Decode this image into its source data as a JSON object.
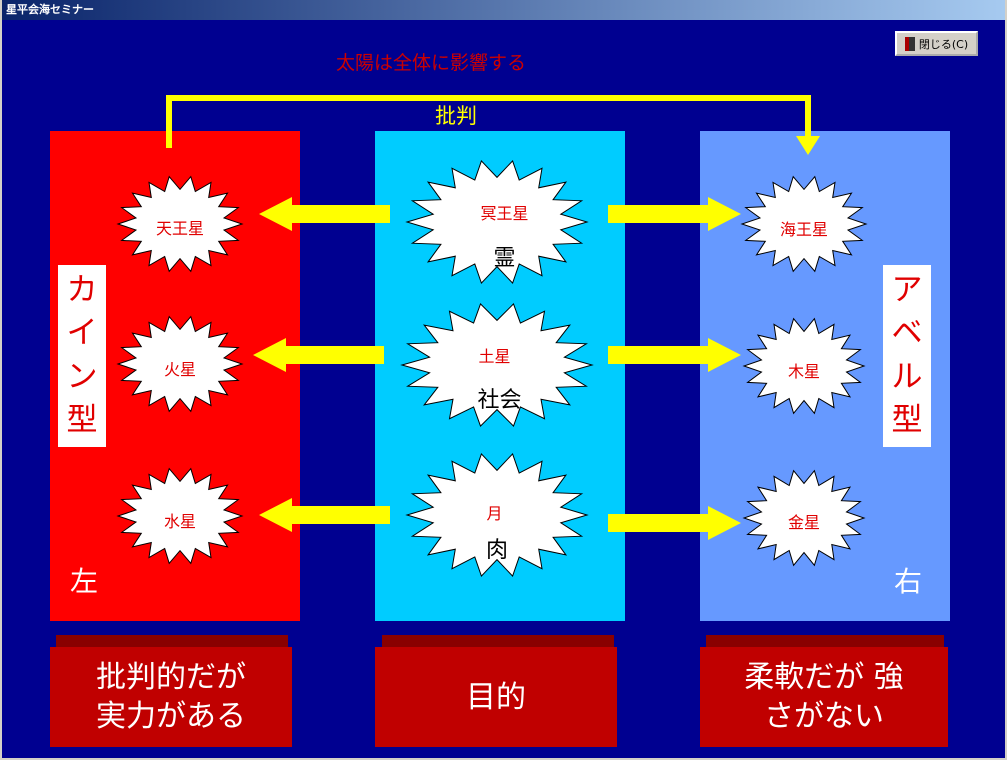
{
  "window": {
    "title": "星平会海セミナー"
  },
  "close_button": {
    "label": "閉じる(C)"
  },
  "top_caption": "太陽は全体に影響する",
  "criticism_label": "批判",
  "left_panel": {
    "vertical_label": "カイン 型",
    "side_char": "左"
  },
  "right_panel": {
    "vertical_label": "アベル 型",
    "side_char": "右"
  },
  "stars": {
    "uranus": "天王星",
    "mars": "火星",
    "mercury": "水星",
    "pluto": "冥王星",
    "pluto_sub": "霊",
    "saturn": "土星",
    "saturn_sub": "社会",
    "moon": "月",
    "moon_sub": "肉",
    "neptune": "海王星",
    "jupiter": "木星",
    "venus": "金星"
  },
  "bottom_boxes": {
    "left": "批判的だが 実力がある",
    "center": "目的",
    "right": "柔軟だが 強さがない"
  },
  "colors": {
    "background": "#000090",
    "left_panel": "#ff0000",
    "center_panel": "#00ccff",
    "right_panel": "#6699ff",
    "arrow": "#ffff00",
    "box": "#c00000",
    "top_caption": "#cc0000"
  }
}
